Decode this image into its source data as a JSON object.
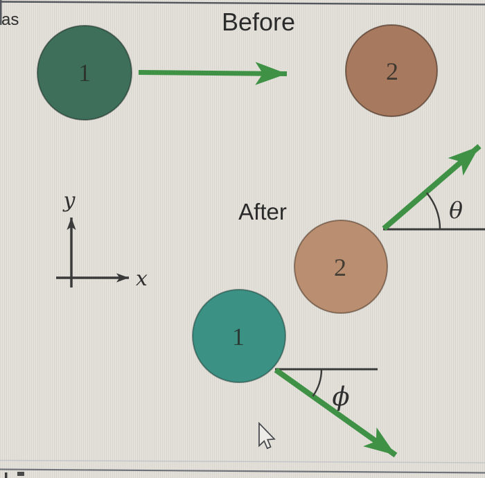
{
  "screen": {
    "partial_left_text": "as"
  },
  "figure": {
    "before": {
      "title": "Before",
      "ball1": {
        "label": "1"
      },
      "ball2": {
        "label": "2"
      }
    },
    "after": {
      "title": "After",
      "ball1": {
        "label": "1"
      },
      "ball2": {
        "label": "2"
      },
      "theta": "θ",
      "phi": "ϕ"
    },
    "axes": {
      "x": "x",
      "y": "y"
    }
  },
  "colors": {
    "background": "#e3e1da",
    "ball1_before": "#3e6f5a",
    "ball2_before": "#a7795f",
    "ball2_after": "#ba8f71",
    "ball1_after": "#3a9184",
    "arrow_green": "#3f9145",
    "line_dark": "#3a3a3a",
    "text_dark": "#2b2b2b",
    "border_gray": "#53565c"
  }
}
